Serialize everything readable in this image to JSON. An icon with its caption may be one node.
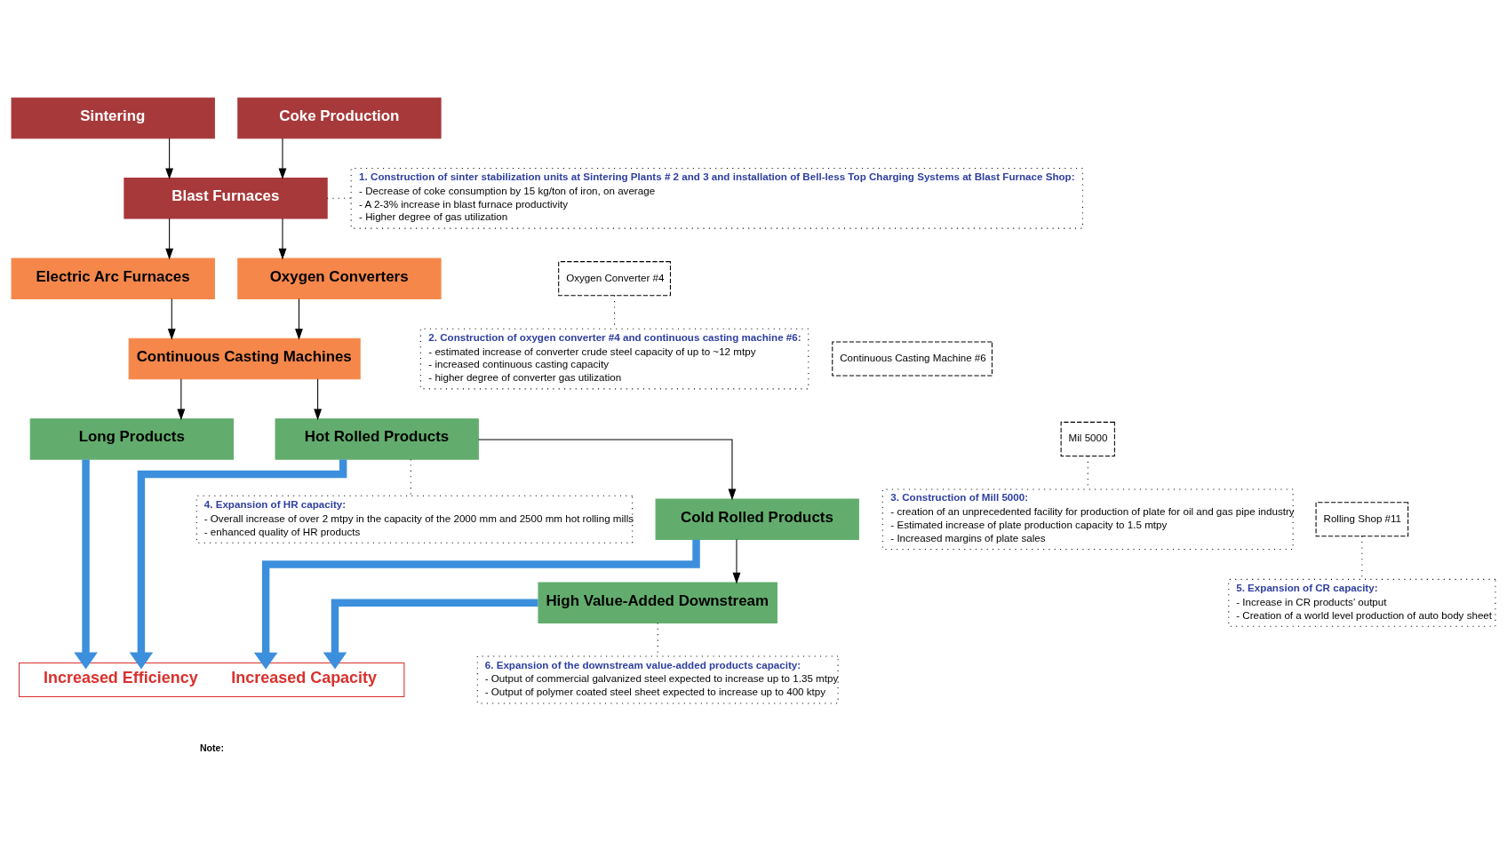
{
  "diagram": {
    "nodes": [
      {
        "text": [
          "Sintering"
        ]
      },
      {
        "text": [
          "Coke Production"
        ]
      },
      {
        "text": [
          "Blast Furnaces"
        ]
      },
      {
        "text": [
          "Electric Arc Furnaces"
        ]
      },
      {
        "text": [
          "Oxygen Converters"
        ]
      },
      {
        "text": [
          "Oxygen Converter #4"
        ]
      },
      {
        "text": [
          "Continuous Casting Machines"
        ]
      },
      {
        "text": [
          "Continuous Casting Machine #6"
        ]
      },
      {
        "text": [
          "Long Products"
        ]
      },
      {
        "text": [
          "Hot Rolled Products"
        ]
      },
      {
        "text": [
          "Mil 5000"
        ]
      },
      {
        "text": [
          "Cold Rolled Products"
        ]
      },
      {
        "text": [
          "Rolling Shop #11"
        ]
      },
      {
        "text": [
          "High Value-Added Downstream"
        ]
      },
      {
        "text": [
          "Increased Efficiency",
          "Increased Capacity"
        ]
      },
      {
        "text": [
          "1. Construction of sinter stabilization units at Sintering Plants # 2 and 3 and installation of Bell-less Top Charging Systems at Blast Furnace Shop:",
          "- Decrease of coke consumption by 15 kg/ton of iron, on average",
          "- A 2-3% increase in blast furnace productivity",
          "- Higher degree of gas utilization"
        ]
      },
      {
        "text": [
          "2. Construction of oxygen converter #4 and continuous casting machine #6:",
          "- estimated increase of converter crude steel capacity of up to ~12 mtpy",
          "- increased continuous casting capacity",
          "- higher degree of converter gas utilization"
        ]
      },
      {
        "text": [
          "3. Construction of Mill 5000:",
          "- creation of an unprecedented facility for production of plate for oil and gas pipe industry",
          "- Estimated increase of plate production capacity to 1.5 mtpy",
          "- Increased margins of plate sales"
        ]
      },
      {
        "text": [
          "4. Expansion of HR capacity:",
          "- Overall increase of over 2 mtpy in the capacity of the 2000 mm and 2500 mm hot rolling mills",
          "- enhanced quality of HR products"
        ]
      },
      {
        "text": [
          "5. Expansion of CR capacity:",
          "- Increase in CR products’ output",
          "- Creation of a world level production of auto body sheet"
        ]
      },
      {
        "text": [
          "6. Expansion of the downstream value-added products capacity:",
          "- Output of commercial galvanized steel expected to increase up to 1.35 mtpy",
          "- Output of polymer coated steel sheet expected to increase up to 400 ktpy"
        ]
      }
    ],
    "edges": [
      {
        "from": 0,
        "to": 2,
        "arrow": "to"
      },
      {
        "from": 1,
        "to": 2,
        "arrow": "to"
      },
      {
        "from": 2,
        "to": 3,
        "arrow": "to"
      },
      {
        "from": 2,
        "to": 4,
        "arrow": "to"
      },
      {
        "from": 3,
        "to": 6,
        "arrow": "to"
      },
      {
        "from": 4,
        "to": 6,
        "arrow": "to"
      },
      {
        "from": 6,
        "to": 8,
        "arrow": "to"
      },
      {
        "from": 6,
        "to": 9,
        "arrow": "to"
      },
      {
        "from": 9,
        "to": 11,
        "arrow": "to"
      },
      {
        "from": 11,
        "to": 13,
        "arrow": "to"
      },
      {
        "from": 8,
        "to": 14,
        "arrow": "to",
        "style": "thick",
        "color": "#3c8fdc"
      },
      {
        "from": 9,
        "to": 14,
        "arrow": "to",
        "style": "thick",
        "color": "#3c8fdc"
      },
      {
        "from": 11,
        "to": 14,
        "arrow": "to",
        "style": "thick",
        "color": "#3c8fdc"
      },
      {
        "from": 13,
        "to": 14,
        "arrow": "to",
        "style": "thick",
        "color": "#3c8fdc"
      },
      {
        "from": 2,
        "to": 15,
        "arrow": "none",
        "style": "dashed"
      },
      {
        "from": 5,
        "to": 16,
        "arrow": "none",
        "style": "dashed"
      },
      {
        "from": 10,
        "to": 17,
        "arrow": "none",
        "style": "dashed"
      },
      {
        "from": 9,
        "to": 18,
        "arrow": "none",
        "style": "dashed"
      },
      {
        "from": 12,
        "to": 19,
        "arrow": "none",
        "style": "dashed"
      },
      {
        "from": 13,
        "to": 20,
        "arrow": "none",
        "style": "dashed"
      }
    ],
    "labels": [
      "Note:"
    ]
  }
}
